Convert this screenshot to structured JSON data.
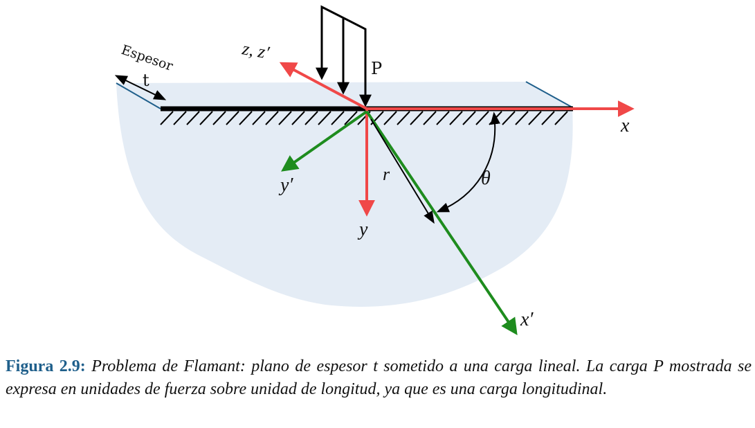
{
  "diagram": {
    "thickness_label": "Espesor",
    "thickness_symbol": "t",
    "load_label": "P",
    "axis_z_label": "z,  z′",
    "axis_x_label": "x",
    "axis_y_label": "y",
    "axis_yprime_label": "y′",
    "axis_xprime_label": "x′",
    "radius_label": "r",
    "angle_label": "θ",
    "colors": {
      "original_axes": "#f04848",
      "rotated_axes": "#1e8c1e",
      "domain_fill": "#e4ecf5",
      "edge_line": "#1f5f8b",
      "surface": "#000000"
    }
  },
  "caption": {
    "label": "Figura 2.9:",
    "text": " Problema de Flamant: plano de espesor t sometido a una carga lineal. La carga P mostrada se expresa en unidades de fuerza sobre unidad de longitud, ya que es una carga longitudinal."
  }
}
